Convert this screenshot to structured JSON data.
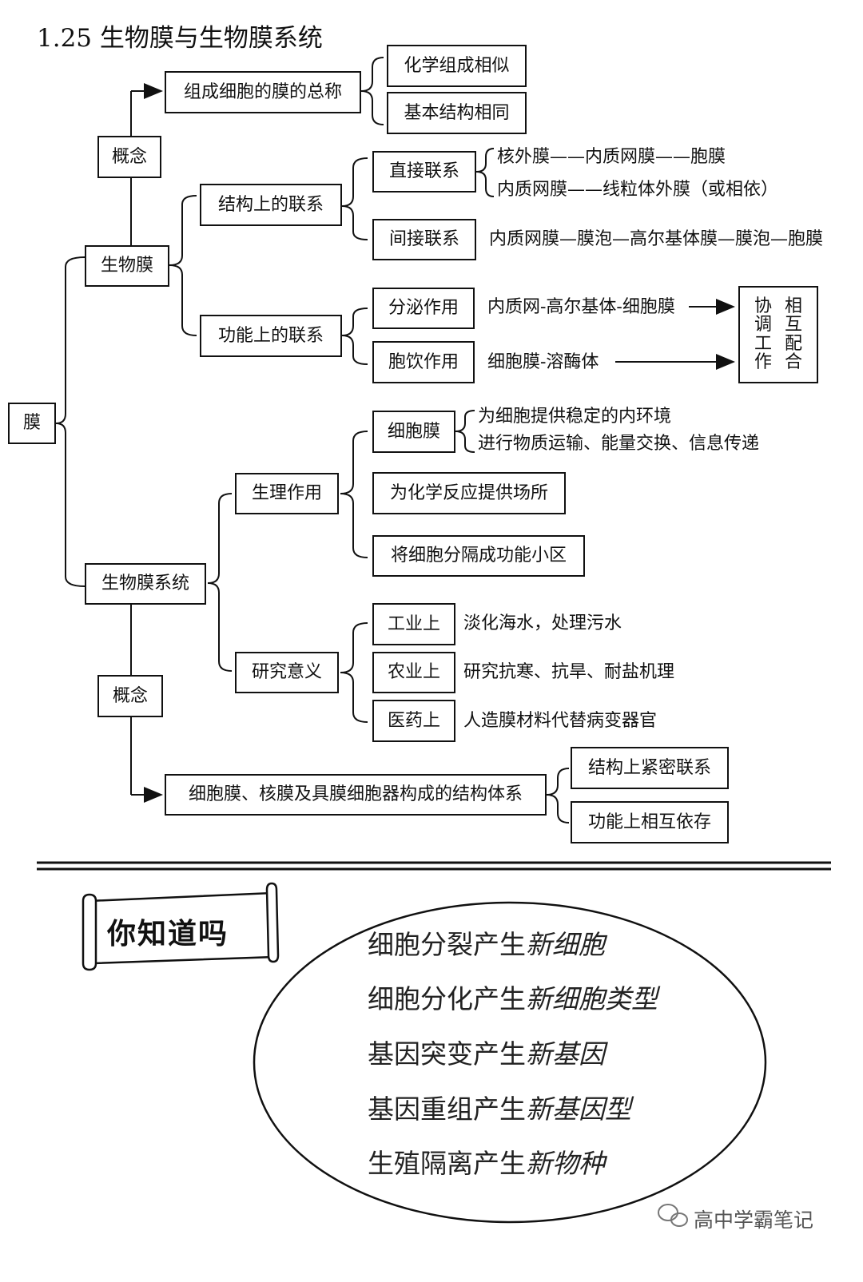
{
  "title": "1.25 生物膜与生物膜系统",
  "root": "膜",
  "biomembrane": {
    "label": "生物膜",
    "concept_label": "概念",
    "concept_box": "组成细胞的膜的总称",
    "concept_items": [
      "化学组成相似",
      "基本结构相同"
    ],
    "structure": {
      "label": "结构上的联系",
      "direct": {
        "label": "直接联系",
        "items": [
          "核外膜——内质网膜——胞膜",
          "内质网膜——线粒体外膜（或相依）"
        ]
      },
      "indirect": {
        "label": "间接联系",
        "text": "内质网膜—膜泡—高尔基体膜—膜泡—胞膜"
      }
    },
    "function": {
      "label": "功能上的联系",
      "secretion": {
        "label": "分泌作用",
        "text": "内质网-高尔基体-细胞膜"
      },
      "pinocytosis": {
        "label": "胞饮作用",
        "text": "细胞膜-溶酶体"
      },
      "result_cols": [
        [
          "协",
          "调",
          "工",
          "作"
        ],
        [
          "相",
          "互",
          "配",
          "合"
        ]
      ]
    }
  },
  "system": {
    "label": "生物膜系统",
    "physiology": {
      "label": "生理作用",
      "cell_membrane": {
        "label": "细胞膜",
        "items": [
          "为细胞提供稳定的内环境",
          "进行物质运输、能量交换、信息传递"
        ]
      },
      "items": [
        "为化学反应提供场所",
        "将细胞分隔成功能小区"
      ]
    },
    "research": {
      "label": "研究意义",
      "rows": [
        {
          "label": "工业上",
          "text": "淡化海水，处理污水"
        },
        {
          "label": "农业上",
          "text": "研究抗寒、抗旱、耐盐机理"
        },
        {
          "label": "医药上",
          "text": "人造膜材料代替病变器官"
        }
      ]
    },
    "concept_label": "概念",
    "concept_box": "细胞膜、核膜及具膜细胞器构成的结构体系",
    "concept_items": [
      "结构上紧密联系",
      "功能上相互依存"
    ]
  },
  "did_you_know": {
    "banner": "你知道吗",
    "items": [
      {
        "plain": "细胞分裂产生",
        "italic": "新细胞"
      },
      {
        "plain": "细胞分化产生",
        "italic": "新细胞类型"
      },
      {
        "plain": "基因突变产生",
        "italic": "新基因"
      },
      {
        "plain": "基因重组产生",
        "italic": "新基因型"
      },
      {
        "plain": "生殖隔离产生",
        "italic": "新物种"
      }
    ]
  },
  "watermark": "高中学霸笔记"
}
